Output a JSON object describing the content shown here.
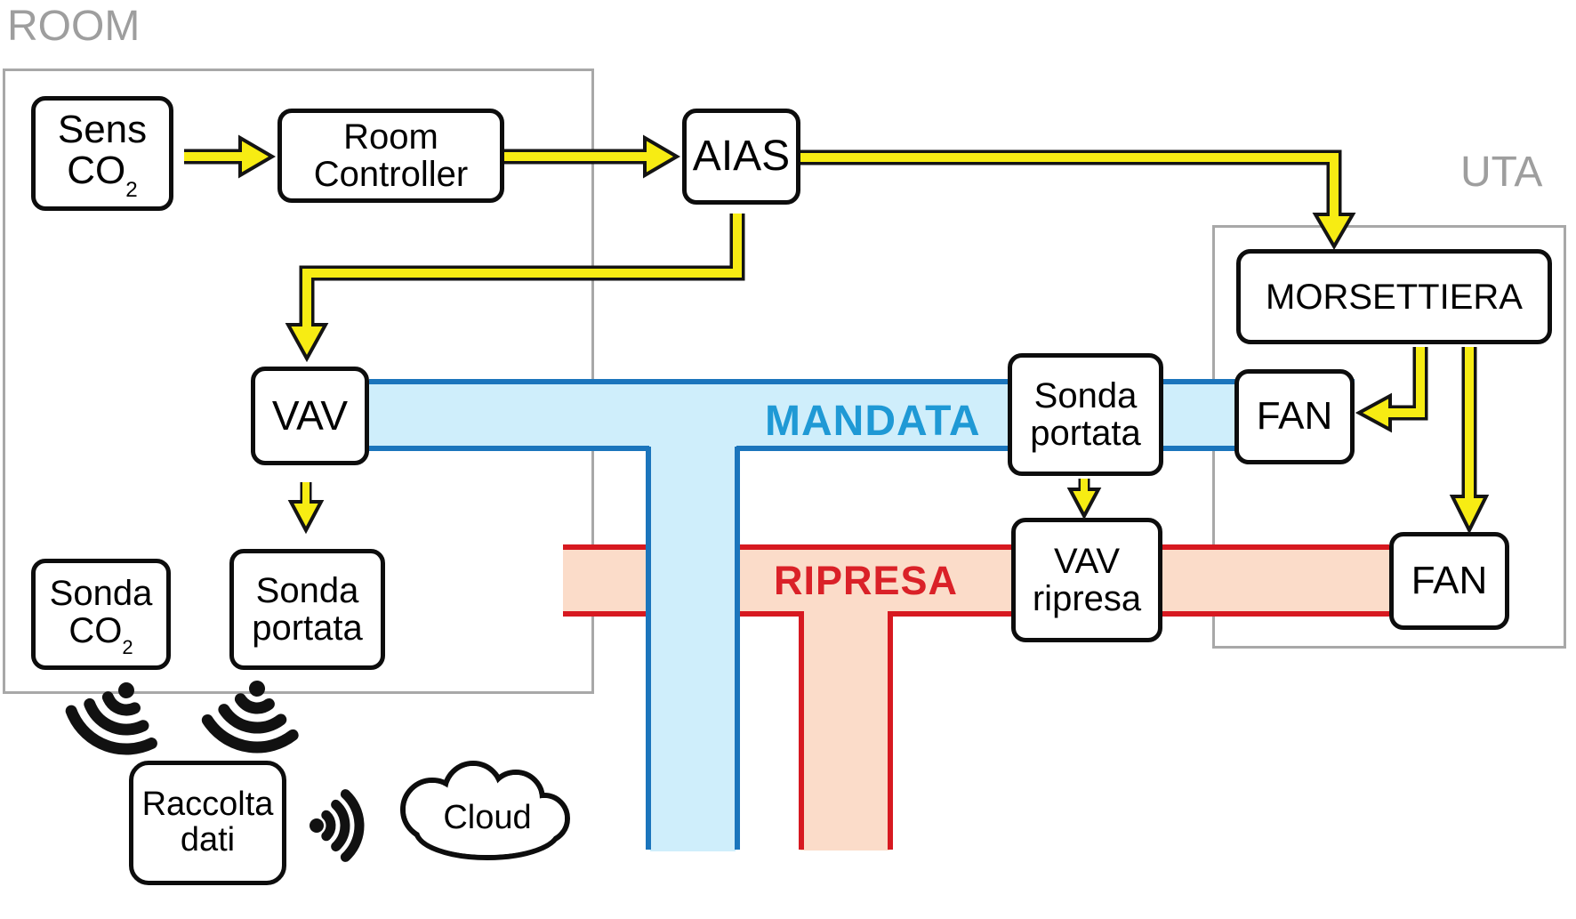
{
  "zones": {
    "room_label": "ROOM",
    "uta_label": "UTA"
  },
  "boxes": {
    "sens_co2": {
      "line1": "Sens",
      "line2": "CO",
      "subscript": "2"
    },
    "room_controller": {
      "line1": "Room",
      "line2": "Controller"
    },
    "aias": {
      "label": "AIAS"
    },
    "morsettiera": {
      "label": "MORSETTIERA"
    },
    "vav_mandata": {
      "label": "VAV"
    },
    "sonda_portata_mandata": {
      "line1": "Sonda",
      "line2": "portata"
    },
    "fan_mandata": {
      "label": "FAN"
    },
    "vav_ripresa": {
      "line1": "VAV",
      "line2": "ripresa"
    },
    "fan_ripresa": {
      "label": "FAN"
    },
    "sonda_co2_room": {
      "line1": "Sonda",
      "line2": "CO",
      "subscript": "2"
    },
    "sonda_portata_room": {
      "line1": "Sonda",
      "line2": "portata"
    },
    "raccolta_dati": {
      "line1": "Raccolta",
      "line2": "dati"
    },
    "cloud": {
      "label": "Cloud"
    }
  },
  "ducts": {
    "mandata": {
      "label": "MANDATA",
      "fill": "#cfeefb",
      "line": "#1b75bc",
      "text_color": "#1f99d5"
    },
    "ripresa": {
      "label": "RIPRESA",
      "fill": "#fbdcc9",
      "line": "#d71920",
      "text_color": "#da2128"
    }
  },
  "arrows": {
    "color": "#f7ec13",
    "outline": "#141414"
  },
  "border_colors": {
    "zone_gray": "#a8a8a8",
    "node_black": "#0d0d0d"
  }
}
